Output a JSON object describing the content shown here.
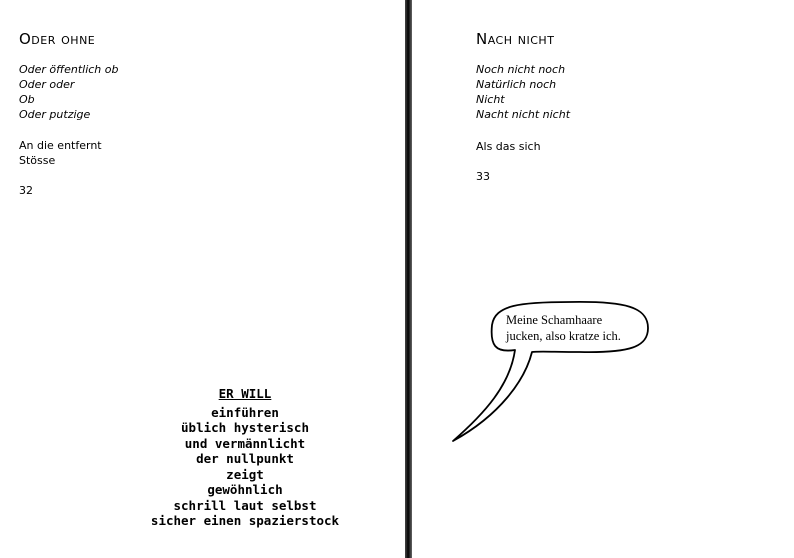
{
  "left_page": {
    "title": "Oder ohne",
    "italic_lines": [
      "Oder öffentlich ob",
      "Oder oder",
      "Ob",
      "Oder putzige"
    ],
    "plain_lines": [
      "An die entfernt",
      "Stösse"
    ],
    "page_number": "32",
    "poem": {
      "title": "ER WILL",
      "lines": [
        "einführen",
        "üblich hysterisch",
        "und vermännlicht",
        "der nullpunkt",
        "zeigt",
        "gewöhnlich",
        "schrill laut selbst",
        "sicher einen spazierstock"
      ]
    }
  },
  "right_page": {
    "title": "Nach nicht",
    "italic_lines": [
      "Noch nicht noch",
      "Natürlich noch",
      "Nicht",
      "Nacht nicht nicht"
    ],
    "plain_lines": [
      "Als das sich"
    ],
    "page_number": "33",
    "speech_bubble": {
      "lines": [
        "Meine Schamhaare",
        "jucken, also kratze ich."
      ]
    }
  }
}
